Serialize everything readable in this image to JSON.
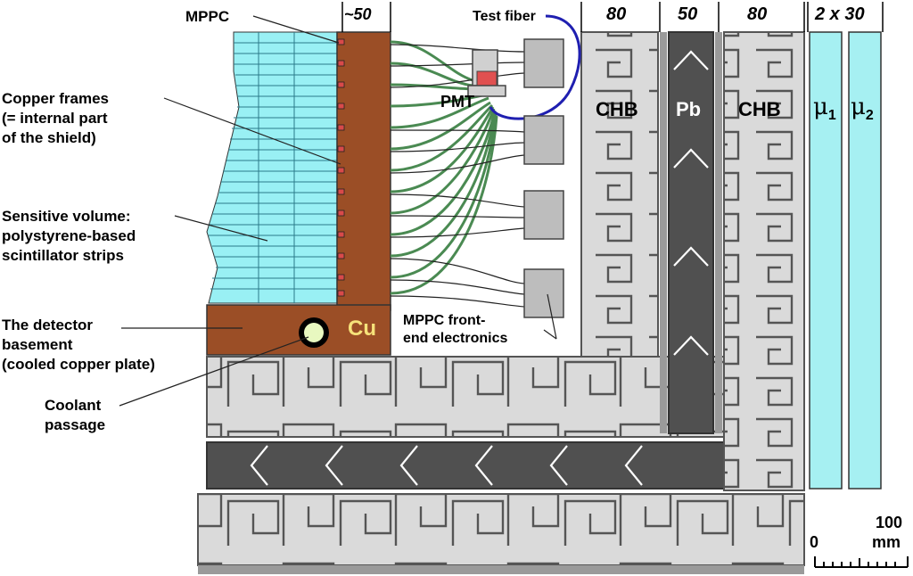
{
  "colors": {
    "scintillator": "#99f0f4",
    "copper": "#9b4e26",
    "chb_fill": "#dadada",
    "chb_pattern": "#555555",
    "lead": "#505050",
    "fiber_green": "#4a8a52",
    "test_fiber": "#1f1fb0",
    "pmt_red": "#e05050",
    "coolant": "#e8f8c0",
    "muon": "#a6f0f2",
    "cu_label": "#f6e27a"
  },
  "labels": {
    "mppc": "MPPC",
    "copper_frames": [
      "Copper frames",
      "(= internal part",
      "of the shield)"
    ],
    "sensitive_volume": [
      "Sensitive volume:",
      "polystyrene-based",
      "scintillator strips"
    ],
    "basement": [
      "The detector",
      "basement",
      "(cooled copper plate)"
    ],
    "coolant": [
      "Coolant",
      "passage"
    ],
    "test_fiber": "Test fiber",
    "pmt": "PMT",
    "frontend": [
      "MPPC front-",
      "end electronics"
    ],
    "cu": "Cu",
    "chb_left": "CHB",
    "pb": "Pb",
    "chb_right": "CHB",
    "mu1": "μ",
    "mu1_sub": "1",
    "mu2": "μ",
    "mu2_sub": "2"
  },
  "dimensions": {
    "frame": "~50",
    "chb_left": "80",
    "pb": "50",
    "chb_right": "80",
    "muon": "2 x 30"
  },
  "scale": {
    "zero": "0",
    "value": "100",
    "unit": "mm"
  }
}
